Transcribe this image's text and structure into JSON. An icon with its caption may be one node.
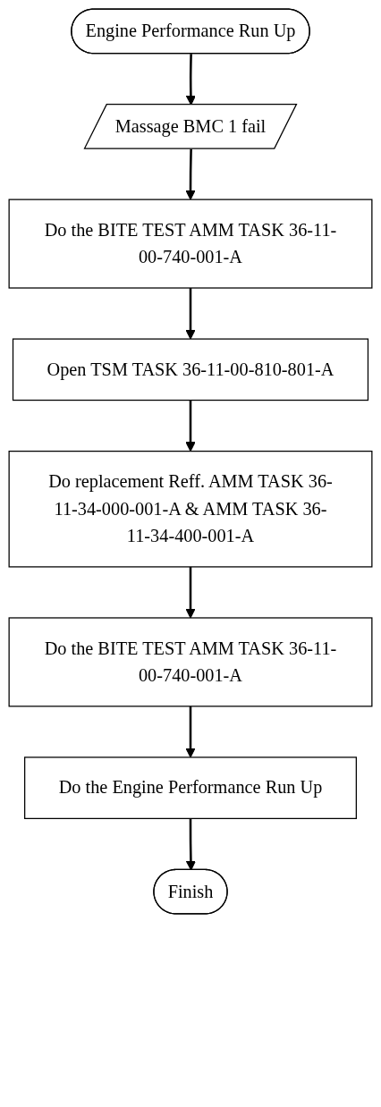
{
  "diagram": {
    "nodes": [
      {
        "text": [
          "Engine Performance Run Up"
        ]
      },
      {
        "text": [
          "Massage BMC 1 fail"
        ]
      },
      {
        "text": [
          "Do the BITE TEST AMM TASK 36-11-00-740-001-A"
        ]
      },
      {
        "text": [
          "Open TSM TASK 36-11-00-810-801-A"
        ]
      },
      {
        "text": [
          "Do replacement Reff. AMM TASK 36-11-34-000-001-A & AMM TASK 36-11-34-400-001-A"
        ]
      },
      {
        "text": [
          "Do the BITE TEST AMM TASK 36-11-00-740-001-A"
        ]
      },
      {
        "text": [
          "Do the Engine Performance Run Up"
        ]
      },
      {
        "text": [
          "Finish"
        ]
      }
    ],
    "edges": [
      {
        "from": 0,
        "to": 1,
        "arrow": "to"
      },
      {
        "from": 1,
        "to": 2,
        "arrow": "to"
      },
      {
        "from": 2,
        "to": 3,
        "arrow": "to"
      },
      {
        "from": 3,
        "to": 4,
        "arrow": "to"
      },
      {
        "from": 4,
        "to": 5,
        "arrow": "to"
      },
      {
        "from": 5,
        "to": 6,
        "arrow": "to"
      },
      {
        "from": 6,
        "to": 7,
        "arrow": "to"
      }
    ]
  }
}
